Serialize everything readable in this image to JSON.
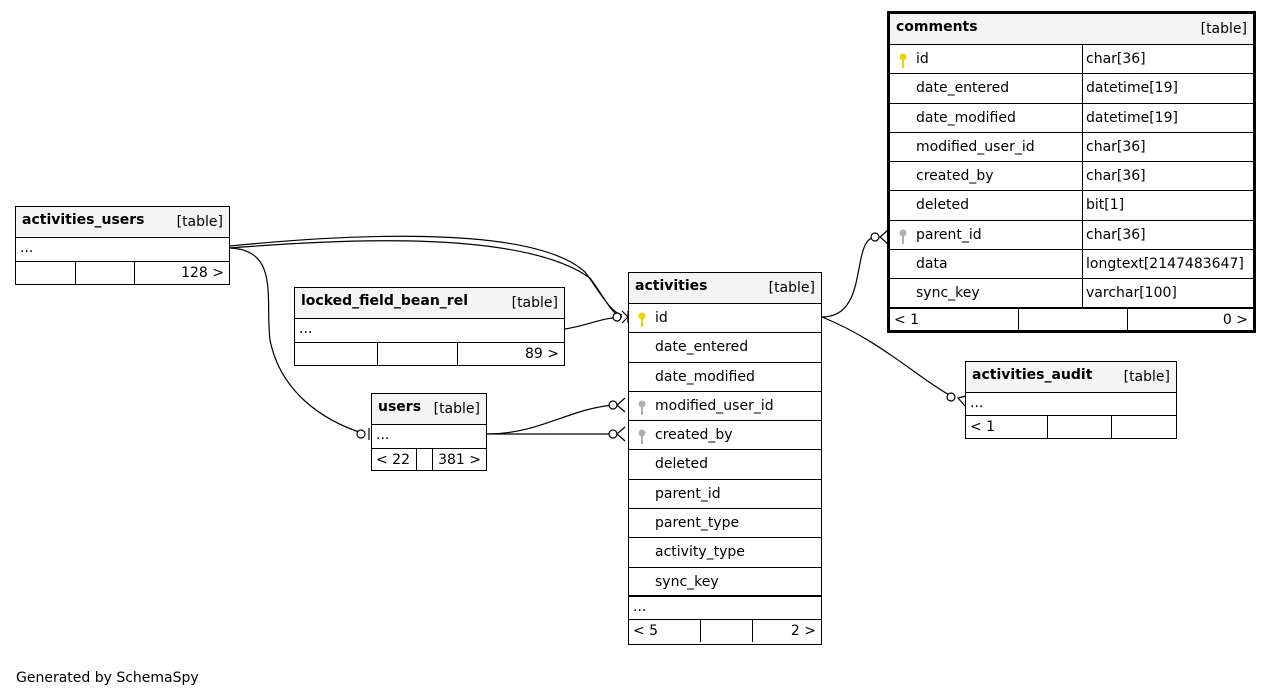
{
  "tables": {
    "activities_users": {
      "name": "activities_users",
      "kind": "[table]",
      "more": "...",
      "children": "128 >"
    },
    "locked_field_bean_rel": {
      "name": "locked_field_bean_rel",
      "kind": "[table]",
      "more": "...",
      "children": "89 >"
    },
    "users": {
      "name": "users",
      "kind": "[table]",
      "more": "...",
      "parents": "< 22",
      "children": "381 >"
    },
    "activities": {
      "name": "activities",
      "kind": "[table]",
      "columns": [
        "id",
        "date_entered",
        "date_modified",
        "modified_user_id",
        "created_by",
        "deleted",
        "parent_id",
        "parent_type",
        "activity_type",
        "sync_key"
      ],
      "more": "...",
      "parents": "< 5",
      "children": "2 >"
    },
    "comments": {
      "name": "comments",
      "kind": "[table]",
      "columns": [
        {
          "name": "id",
          "type": "char[36]"
        },
        {
          "name": "date_entered",
          "type": "datetime[19]"
        },
        {
          "name": "date_modified",
          "type": "datetime[19]"
        },
        {
          "name": "modified_user_id",
          "type": "char[36]"
        },
        {
          "name": "created_by",
          "type": "char[36]"
        },
        {
          "name": "deleted",
          "type": "bit[1]"
        },
        {
          "name": "parent_id",
          "type": "char[36]"
        },
        {
          "name": "data",
          "type": "longtext[2147483647]"
        },
        {
          "name": "sync_key",
          "type": "varchar[100]"
        }
      ],
      "parents": "< 1",
      "children": "0 >"
    },
    "activities_audit": {
      "name": "activities_audit",
      "kind": "[table]",
      "more": "...",
      "parents": "< 1"
    }
  },
  "caption": "Generated by SchemaSpy",
  "colors": {
    "primary_key": "#e8d800",
    "foreign_key": "#b0b0b0",
    "header_bg": "#f4f4f4"
  }
}
